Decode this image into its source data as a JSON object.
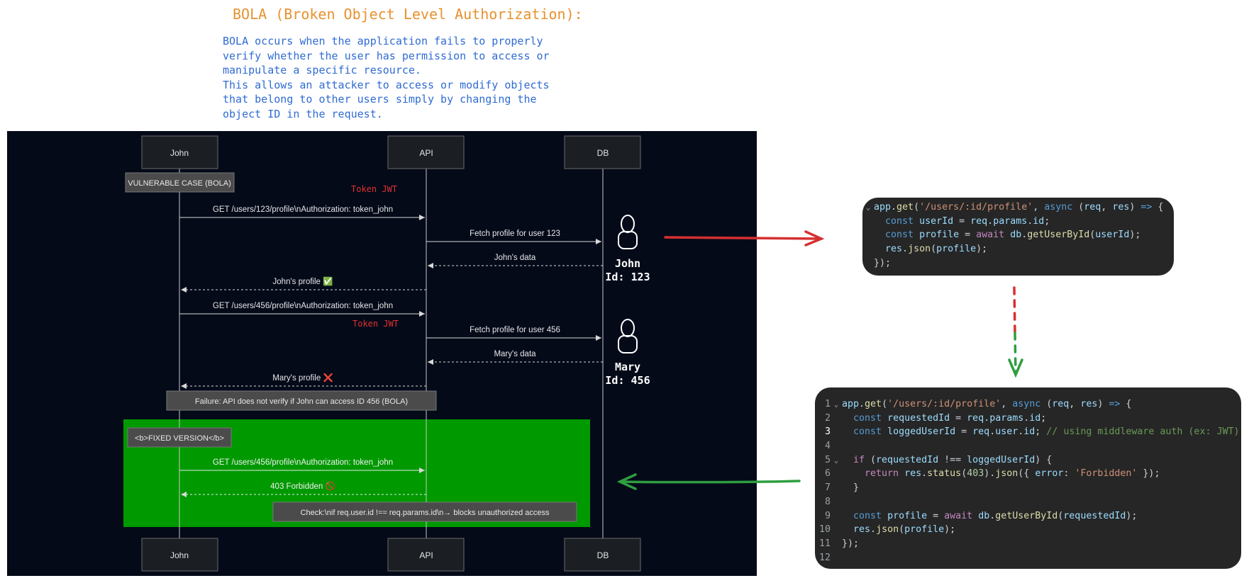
{
  "title": "BOLA (Broken Object Level Authorization):",
  "description": [
    "BOLA occurs when the application fails to properly verify whether the user has permission to access or manipulate a specific resource.",
    "This allows an attacker to access or modify objects that belong to other users simply by changing the object ID in the request."
  ],
  "diagram": {
    "participants": [
      "John",
      "API",
      "DB"
    ],
    "vulnerable_note": "VULNERABLE CASE (BOLA)",
    "token_labels": [
      "Token JWT",
      "Token JWT"
    ],
    "messages": [
      "GET /users/123/profile\\nAuthorization: token_john",
      "Fetch profile for user 123",
      "John's data",
      "John's profile ✅",
      "GET /users/456/profile\\nAuthorization: token_john",
      "Fetch profile for user 456",
      "Mary's data",
      "Mary's profile ❌"
    ],
    "failure_note": "Failure: API does not verify if John can access ID 456 (BOLA)",
    "fixed_note": "<b>FIXED VERSION</b>",
    "fixed_messages": [
      "GET /users/456/profile\\nAuthorization: token_john",
      "403 Forbidden 🚫"
    ],
    "check_note": "Check:\\nif req.user.id !== req.params.id\\n→ blocks unauthorized access",
    "users": [
      {
        "name": "John",
        "id": "Id: 123"
      },
      {
        "name": "Mary",
        "id": "Id: 456"
      }
    ],
    "colors": {
      "background": "#050a19",
      "fixed_box": "#009900",
      "token_label": "#e03030",
      "arrow_red": "#d63031",
      "arrow_green": "#2e9e3f"
    }
  },
  "code_vulnerable": {
    "line1": "app.get('/users/:id/profile', async (req, res) => {",
    "line2": "const userId = req.params.id;",
    "line3": "const profile = await db.getUserById(userId);",
    "line4": "res.json(profile);",
    "line5": "});"
  },
  "code_fixed": {
    "line_numbers": [
      "1",
      "2",
      "3",
      "4",
      "5",
      "6",
      "7",
      "8",
      "9",
      "10",
      "11",
      "12"
    ],
    "line1": "app.get('/users/:id/profile', async (req, res) => {",
    "line2": "const requestedId = req.params.id;",
    "line3": "const loggedUserId = req.user.id;",
    "line3_comment": "// using middleware auth (ex: JWT)",
    "line5": "if (requestedId !== loggedUserId) {",
    "line6": "return res.status(403).json({ error: 'Forbidden' });",
    "line7": "}",
    "line9": "const profile = await db.getUserById(requestedId);",
    "line10": "res.json(profile);",
    "line11": "});"
  }
}
